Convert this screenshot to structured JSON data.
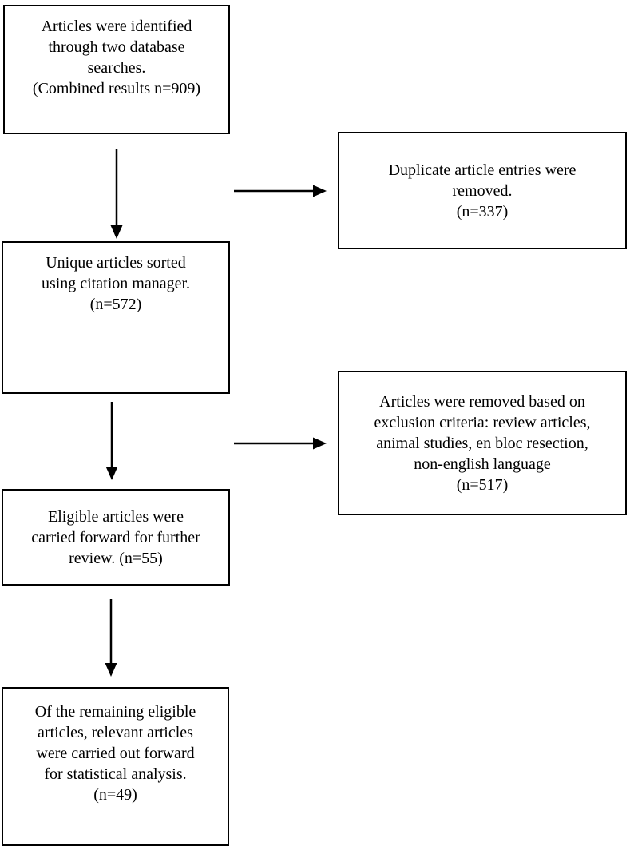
{
  "figure": {
    "type": "flow-diagram",
    "background_color": "#ffffff",
    "box_border_color": "#000000",
    "text_color": "#000000",
    "arrow_color": "#000000"
  },
  "boxes": [
    {
      "id": "identified",
      "lines": [
        "Articles were identified",
        "through two database",
        "searches.",
        "(Combined results n=909)"
      ],
      "n": 909
    },
    {
      "id": "duplicates-removed",
      "lines": [
        "Duplicate article entries were",
        "removed.",
        "(n=337)"
      ],
      "n": 337
    },
    {
      "id": "unique-sorted",
      "lines": [
        "Unique articles sorted",
        "using citation manager.",
        "(n=572)"
      ],
      "n": 572
    },
    {
      "id": "excluded",
      "lines": [
        "Articles were removed based on",
        "exclusion criteria: review articles,",
        "animal studies, en bloc resection,",
        "non-english language",
        "(n=517)"
      ],
      "n": 517
    },
    {
      "id": "eligible",
      "lines": [
        "Eligible articles were",
        "carried forward for further",
        "review. (n=55)"
      ],
      "n": 55
    },
    {
      "id": "final-analysis",
      "lines": [
        "Of the remaining eligible",
        "articles, relevant articles",
        "were carried out forward",
        "for statistical analysis.",
        "(n=49)"
      ],
      "n": 49
    }
  ],
  "connections": [
    {
      "from": "identified",
      "to": "unique-sorted",
      "type": "arrow-down"
    },
    {
      "from": "identified",
      "to": "duplicates-removed",
      "type": "arrow-right"
    },
    {
      "from": "unique-sorted",
      "to": "eligible",
      "type": "arrow-down"
    },
    {
      "from": "unique-sorted",
      "to": "excluded",
      "type": "arrow-right"
    },
    {
      "from": "eligible",
      "to": "final-analysis",
      "type": "arrow-down"
    }
  ]
}
